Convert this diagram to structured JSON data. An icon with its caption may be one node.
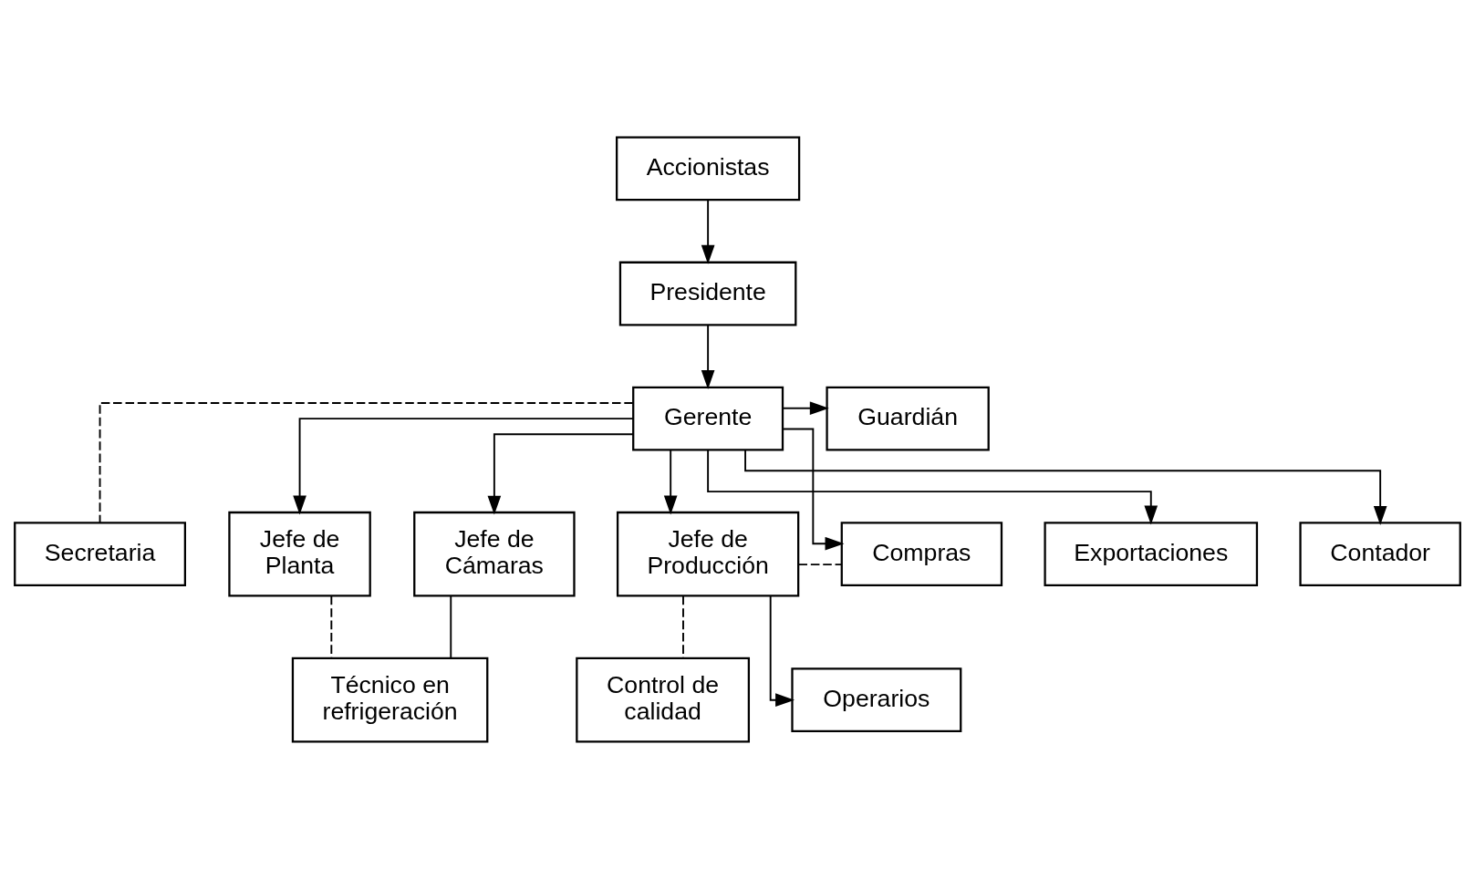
{
  "diagram": {
    "nodes": [
      {
        "text": [
          "Accionistas"
        ]
      },
      {
        "text": [
          "Presidente"
        ]
      },
      {
        "text": [
          "Gerente"
        ]
      },
      {
        "text": [
          "Guardián"
        ]
      },
      {
        "text": [
          "Secretaria"
        ]
      },
      {
        "text": [
          "Jefe de Planta"
        ]
      },
      {
        "text": [
          "Jefe de Cámaras"
        ]
      },
      {
        "text": [
          "Jefe de Producción"
        ]
      },
      {
        "text": [
          "Compras"
        ]
      },
      {
        "text": [
          "Exportaciones"
        ]
      },
      {
        "text": [
          "Contador"
        ]
      },
      {
        "text": [
          "Técnico en refrigeración"
        ]
      },
      {
        "text": [
          "Control de calidad"
        ]
      },
      {
        "text": [
          "Operarios"
        ]
      }
    ],
    "edges": [
      {
        "from": 0,
        "to": 1,
        "arrow": "to"
      },
      {
        "from": 1,
        "to": 2,
        "arrow": "to"
      },
      {
        "from": 2,
        "to": 3,
        "arrow": "to"
      },
      {
        "from": 2,
        "to": 4,
        "arrow": "none",
        "style": "dashed"
      },
      {
        "from": 2,
        "to": 5,
        "arrow": "to"
      },
      {
        "from": 2,
        "to": 6,
        "arrow": "to"
      },
      {
        "from": 2,
        "to": 7,
        "arrow": "to"
      },
      {
        "from": 2,
        "to": 8,
        "arrow": "to"
      },
      {
        "from": 2,
        "to": 9,
        "arrow": "to"
      },
      {
        "from": 2,
        "to": 10,
        "arrow": "to"
      },
      {
        "from": 7,
        "to": 8,
        "arrow": "none",
        "style": "dashed"
      },
      {
        "from": 6,
        "to": 11,
        "arrow": "none"
      },
      {
        "from": 5,
        "to": 11,
        "arrow": "none",
        "style": "dashed"
      },
      {
        "from": 7,
        "to": 12,
        "arrow": "none",
        "style": "dashed"
      },
      {
        "from": 7,
        "to": 13,
        "arrow": "to"
      }
    ]
  }
}
